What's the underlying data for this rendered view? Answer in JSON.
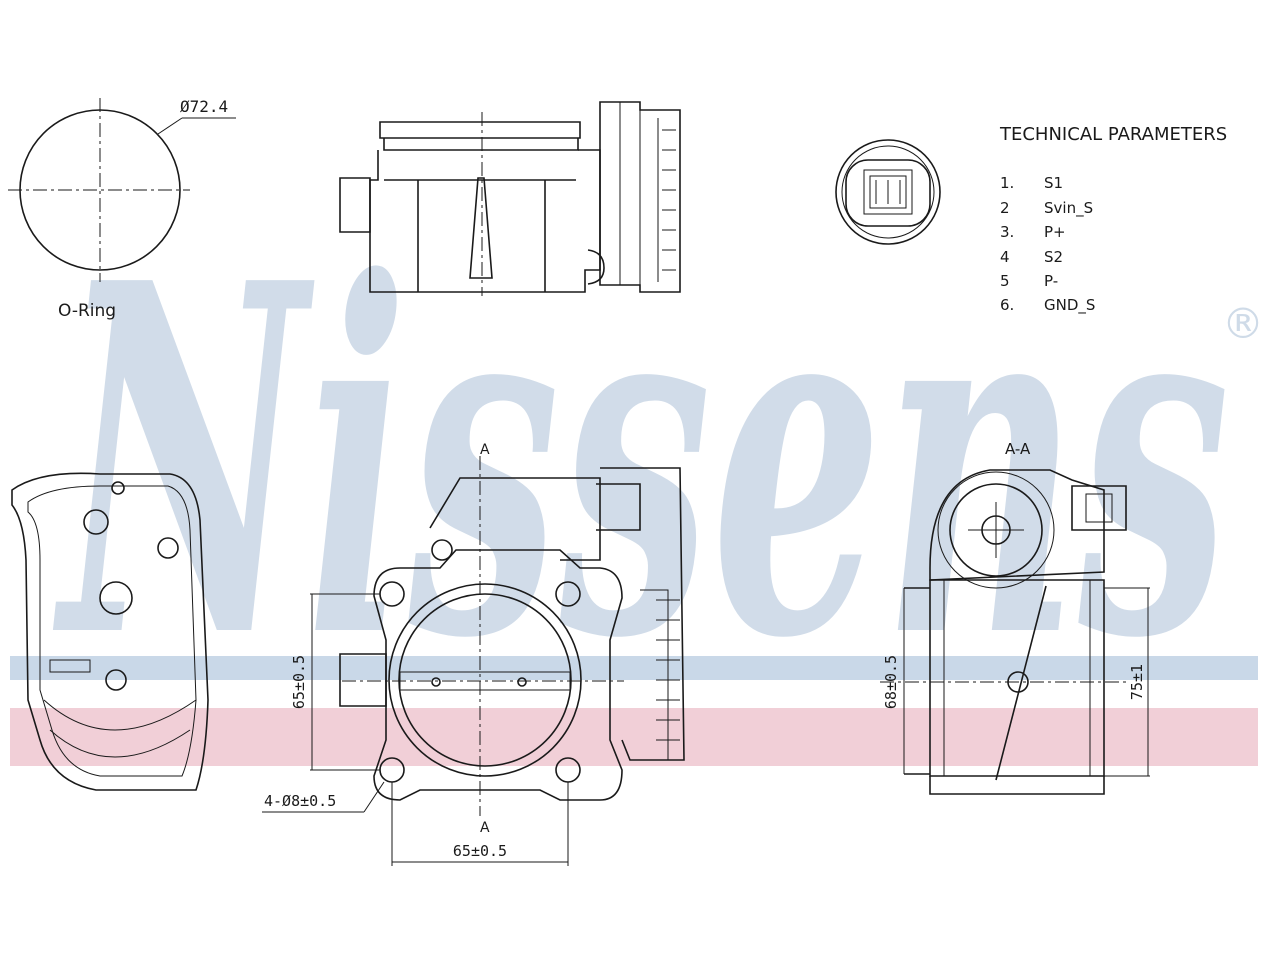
{
  "brand": {
    "logo_text": "Nissens",
    "registered_mark": "®",
    "colors": {
      "watermark": "#cfdbe8",
      "band_blue": "#c9d8e8",
      "band_red": "#f1cfd7",
      "line": "#1a1a1a"
    }
  },
  "oring": {
    "diameter_label": "Ø72.4",
    "caption": "O-Ring"
  },
  "tech_params": {
    "title": "TECHNICAL  PARAMETERS",
    "pins": [
      {
        "num": "1.",
        "name": "S1"
      },
      {
        "num": "2",
        "name": "Svin_S"
      },
      {
        "num": "3.",
        "name": "P+"
      },
      {
        "num": "4",
        "name": "S2"
      },
      {
        "num": "5",
        "name": "P-"
      },
      {
        "num": "6.",
        "name": "GND_S"
      }
    ]
  },
  "front_view": {
    "section_top": "A",
    "section_bottom": "A",
    "dim_vertical": "65±0.5",
    "dim_horizontal": "65±0.5",
    "hole_callout": "4-Ø8±0.5"
  },
  "section_view": {
    "title": "A-A",
    "dim_inner": "68±0.5",
    "dim_outer": "75±1"
  }
}
